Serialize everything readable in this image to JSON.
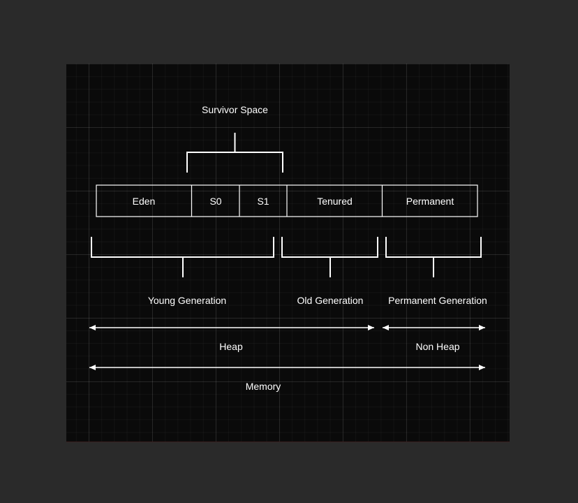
{
  "diagram": {
    "survivor_space_label": "Survivor Space",
    "cells": {
      "eden": "Eden",
      "s0": "S0",
      "s1": "S1",
      "tenured": "Tenured",
      "permanent": "Permanent"
    },
    "generations": {
      "young": "Young Generation",
      "old": "Old Generation",
      "permanent": "Permanent Generation"
    },
    "ranges": {
      "heap": "Heap",
      "non_heap": "Non Heap",
      "memory": "Memory"
    }
  },
  "colors": {
    "background": "#2a2a2a",
    "canvas": "#0a0a0a",
    "stroke": "#ffffff"
  }
}
